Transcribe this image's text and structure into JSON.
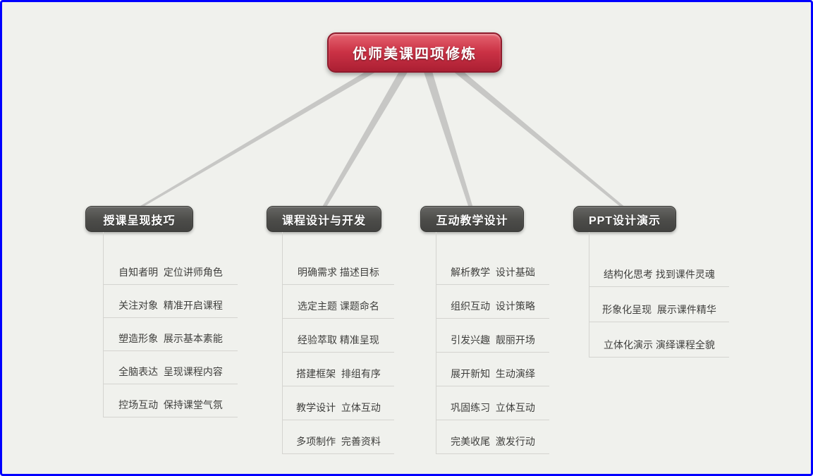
{
  "root": {
    "label": "优师美课四项修炼"
  },
  "branches": [
    {
      "label": "授课呈现技巧",
      "items": [
        "自知者明  定位讲师角色",
        "关注对象  精准开启课程",
        "塑造形象  展示基本素能",
        "全脑表达  呈现课程内容",
        "控场互动  保持课堂气氛"
      ]
    },
    {
      "label": "课程设计与开发",
      "items": [
        "明确需求 描述目标",
        "选定主题 课题命名",
        "经验萃取 精准呈现",
        "搭建框架  排组有序",
        "教学设计  立体互动",
        "多项制作  完善资料"
      ]
    },
    {
      "label": "互动教学设计",
      "items": [
        "解析教学  设计基础",
        "组织互动  设计策略",
        "引发兴趣  靓丽开场",
        "展开新知  生动演绎",
        "巩固练习  立体互动",
        "完美收尾  激发行动"
      ]
    },
    {
      "label": "PPT设计演示",
      "items": [
        "结构化思考 找到课件灵魂",
        "形象化呈现  展示课件精华",
        "立体化演示 演绎课程全貌"
      ]
    }
  ],
  "colors": {
    "background": "#f0f1ed",
    "canvas_border": "#0000ff",
    "root_red": "#cb3245",
    "root_border": "#8e1b2c",
    "branch_gray": "#4c4c49",
    "edge_line": "#c7c7c5",
    "leaf_line": "#d4d4d0",
    "leaf_text": "#3f3f3d"
  }
}
